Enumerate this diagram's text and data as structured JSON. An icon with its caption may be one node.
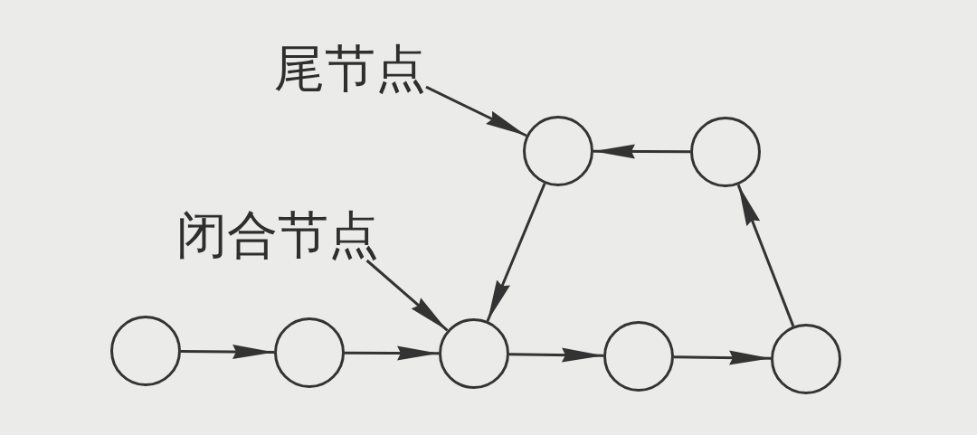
{
  "diagram": {
    "nodes": [
      {
        "text": [
          "尾节点"
        ]
      },
      {
        "text": [],
        "shape": "circle"
      },
      {
        "text": [],
        "shape": "circle"
      },
      {
        "text": [
          "闭合节点"
        ]
      },
      {
        "text": [],
        "shape": "circle"
      },
      {
        "text": [],
        "shape": "circle"
      },
      {
        "text": [],
        "shape": "circle"
      },
      {
        "text": [],
        "shape": "circle"
      },
      {
        "text": [],
        "shape": "circle"
      }
    ],
    "edges": [
      {
        "from": 0,
        "to": 1,
        "arrow": "to"
      },
      {
        "from": 3,
        "to": 6,
        "arrow": "to"
      },
      {
        "from": 4,
        "to": 5,
        "arrow": "to"
      },
      {
        "from": 5,
        "to": 6,
        "arrow": "to"
      },
      {
        "from": 6,
        "to": 7,
        "arrow": "to"
      },
      {
        "from": 7,
        "to": 8,
        "arrow": "to"
      },
      {
        "from": 8,
        "to": 2,
        "arrow": "to"
      },
      {
        "from": 2,
        "to": 1,
        "arrow": "to"
      },
      {
        "from": 1,
        "to": 6,
        "arrow": "to"
      }
    ]
  }
}
